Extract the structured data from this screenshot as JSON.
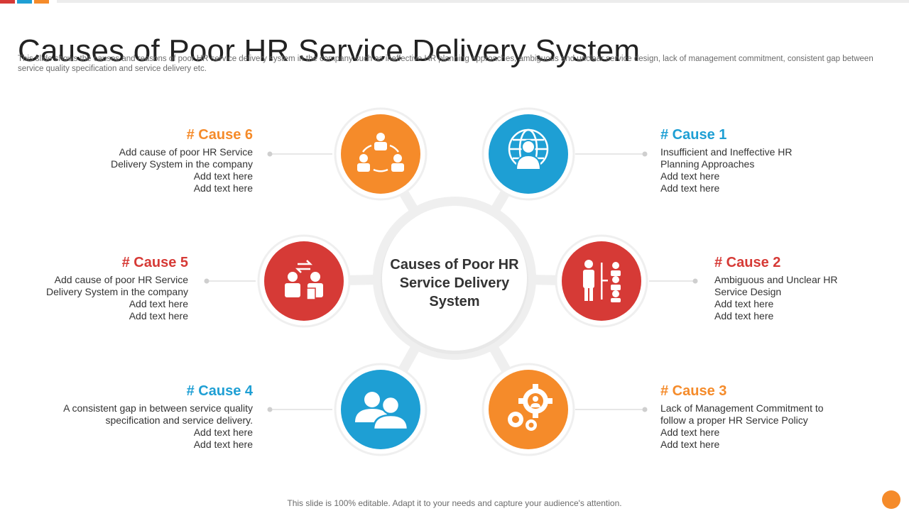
{
  "header": {
    "title": "Causes of Poor HR Service Delivery System",
    "subtitle": "This slide shows the causes and reasons of poor HR service delivery system in the company such as ineffective HR planning approaches, ambiguous and unclear service design, lack of management commitment, consistent gap between service quality specification and service delivery etc."
  },
  "center": {
    "label": "Causes of Poor HR Service Delivery System"
  },
  "colors": {
    "orange": "#f58b2a",
    "blue": "#1e9fd4",
    "red": "#d63a36",
    "ring": "#ececec"
  },
  "causes": [
    {
      "title": "# Cause 1",
      "lines": "Insufficient and Ineffective HR\nPlanning Approaches\nAdd text here\nAdd text here",
      "color": "#1e9fd4",
      "icon": "globe-person-icon"
    },
    {
      "title": "# Cause 2",
      "lines": "Ambiguous and Unclear HR\nService Design\nAdd text here\nAdd text here",
      "color": "#d63a36",
      "icon": "org-chart-icon"
    },
    {
      "title": "# Cause 3",
      "lines": "Lack of Management Commitment to\nfollow a proper HR Service Policy\nAdd text here\nAdd text here",
      "color": "#f58b2a",
      "icon": "gears-person-icon"
    },
    {
      "title": "# Cause 4",
      "lines": "A consistent gap in between service quality\nspecification and service delivery.\nAdd text here\nAdd text here",
      "color": "#1e9fd4",
      "icon": "two-people-icon"
    },
    {
      "title": "# Cause 5",
      "lines": "Add cause of poor HR Service\nDelivery System in the company\nAdd text here\nAdd text here",
      "color": "#d63a36",
      "icon": "exchange-people-icon"
    },
    {
      "title": "# Cause 6",
      "lines": "Add cause of poor HR Service\nDelivery System in the company\nAdd text here\nAdd text here",
      "color": "#f58b2a",
      "icon": "people-cycle-icon"
    }
  ],
  "footer": {
    "text": "This slide is 100% editable. Adapt it to your needs and capture your audience's attention."
  }
}
